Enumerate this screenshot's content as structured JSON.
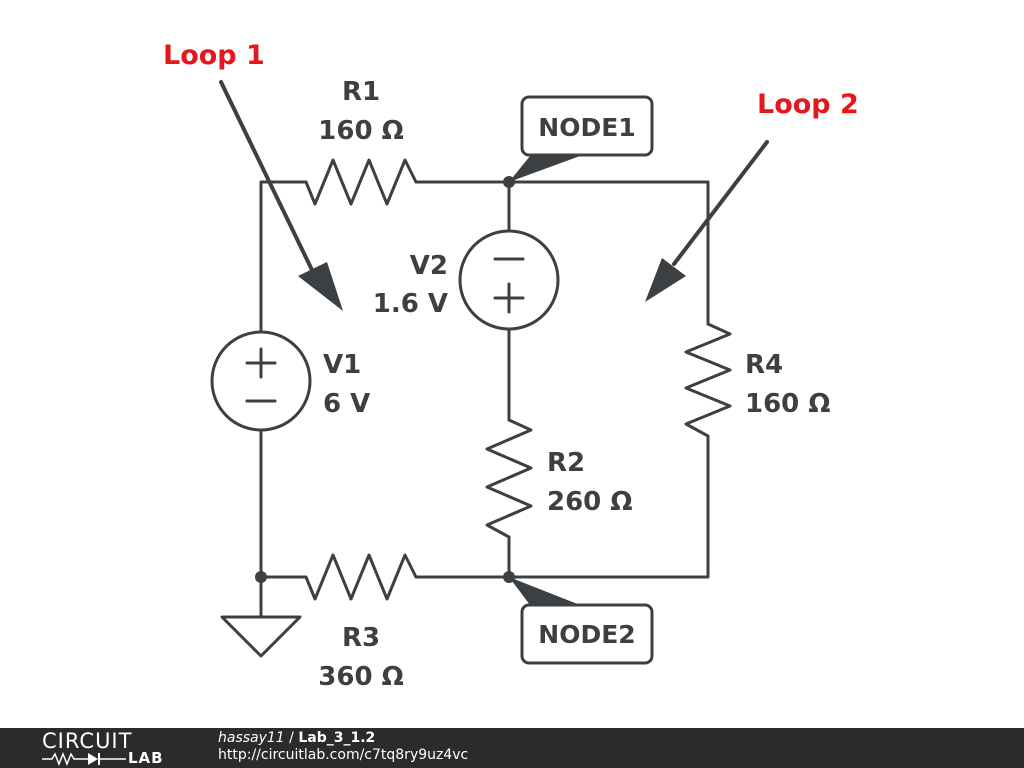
{
  "annotations": {
    "loop1": "Loop 1",
    "loop2": "Loop 2"
  },
  "components": {
    "R1": {
      "name": "R1",
      "value": "160 Ω"
    },
    "R2": {
      "name": "R2",
      "value": "260 Ω"
    },
    "R3": {
      "name": "R3",
      "value": "360 Ω"
    },
    "R4": {
      "name": "R4",
      "value": "160 Ω"
    },
    "V1": {
      "name": "V1",
      "value": "6 V"
    },
    "V2": {
      "name": "V2",
      "value": "1.6 V"
    }
  },
  "nodes": {
    "node1": "NODE1",
    "node2": "NODE2"
  },
  "footer": {
    "logo_top": "CIRCUIT",
    "logo_bottom": "LAB",
    "user": "hassay11",
    "separator": " / ",
    "project": "Lab_3_1.2",
    "url": "http://circuitlab.com/c7tq8ry9uz4vc"
  },
  "colors": {
    "wire": "#3c4043",
    "annotation": "#e5171d",
    "footer_bg": "#2b2b2b"
  }
}
